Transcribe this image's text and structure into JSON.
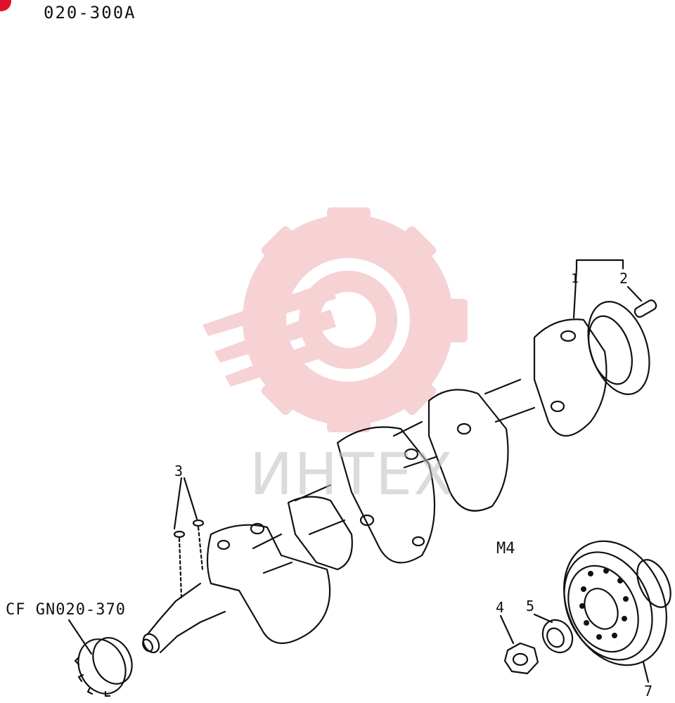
{
  "header": {
    "page_code": "020-300A"
  },
  "reference": {
    "cross_ref": "CF GN020-370"
  },
  "labels": {
    "engine_variant": "M4",
    "callout_1": "1",
    "callout_2": "2",
    "callout_3": "3",
    "callout_4": "4",
    "callout_5": "5",
    "callout_7": "7"
  },
  "watermark": {
    "text": "ИНТЕХ",
    "color": "#f2b6bd"
  },
  "colors": {
    "ink": "#111111",
    "marker": "#e0102a"
  }
}
